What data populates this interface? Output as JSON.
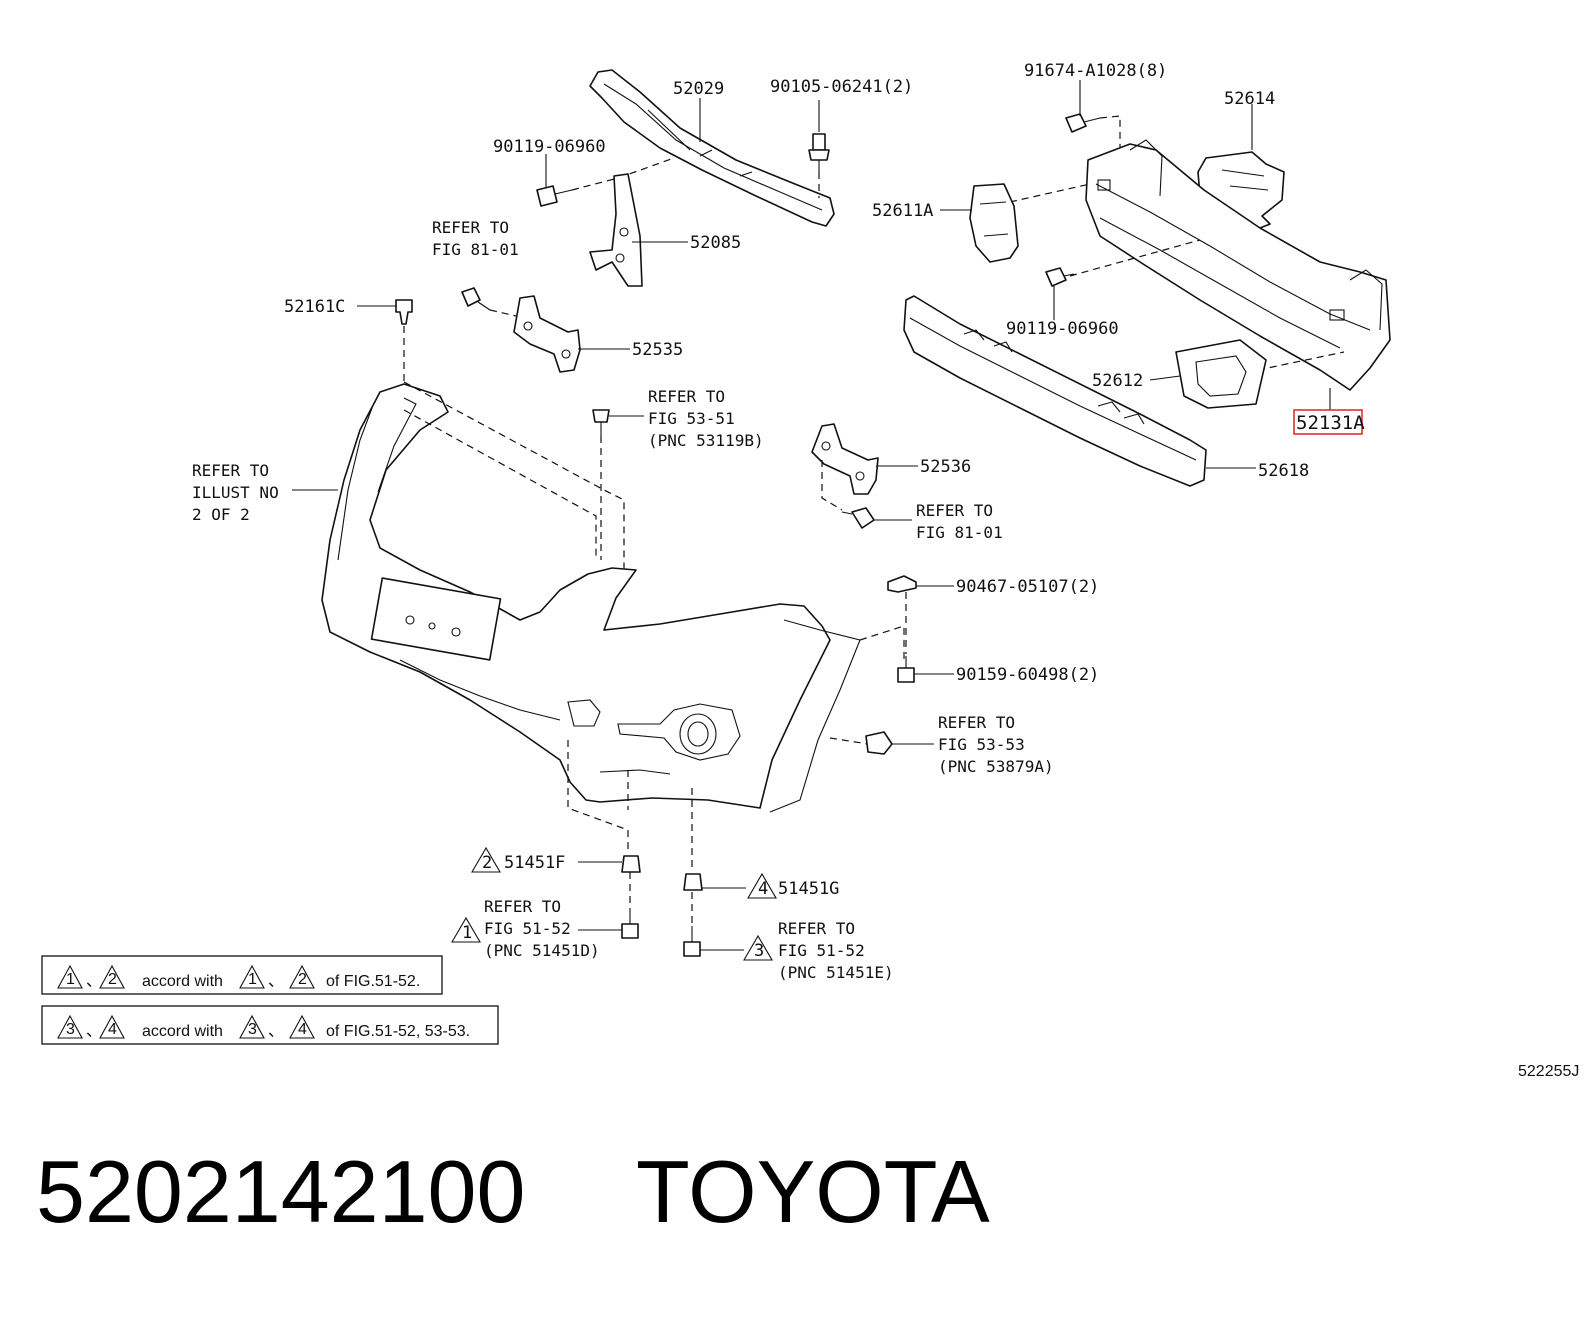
{
  "diagram_code": "522255J",
  "footer": {
    "part_number": "5202142100",
    "brand": "TOYOTA"
  },
  "highlight_color": "#e0302b",
  "callouts": {
    "p52029": "52029",
    "p90105": "90105-06241(2)",
    "p90119_top": "90119-06960",
    "p91674": "91674-A1028(8)",
    "p52614": "52614",
    "p52611A": "52611A",
    "p52085": "52085",
    "p52161C": "52161C",
    "p52535": "52535",
    "p90119_right": "90119-06960",
    "p52612": "52612",
    "p52131A": "52131A",
    "p52536": "52536",
    "p52618": "52618",
    "p90467": "90467-05107(2)",
    "p90159": "90159-60498(2)",
    "p51451F": "51451F",
    "p51451G": "51451G"
  },
  "triangle_marks": {
    "m1": "1",
    "m2": "2",
    "m3": "3",
    "m4": "4"
  },
  "refs": {
    "fig8101_a": [
      "REFER TO",
      "FIG 81-01"
    ],
    "fig5351": [
      "REFER TO",
      "FIG 53-51",
      "(PNC 53119B)"
    ],
    "illust": [
      "REFER TO",
      "ILLUST NO",
      "2 OF 2"
    ],
    "fig8101_b": [
      "REFER TO",
      "FIG 81-01"
    ],
    "fig5353": [
      "REFER TO",
      "FIG 53-53",
      "(PNC 53879A)"
    ],
    "fig5152_d": [
      "REFER TO",
      "FIG 51-52",
      "(PNC 51451D)"
    ],
    "fig5152_e": [
      "REFER TO",
      "FIG 51-52",
      "(PNC 51451E)"
    ]
  },
  "notes": [
    {
      "a": "1",
      "b": "2",
      "sep": "、",
      "mid": "accord with",
      "c": "1",
      "d": "2",
      "tail": "of FIG.51-52."
    },
    {
      "a": "3",
      "b": "4",
      "sep": "、",
      "mid": "accord with",
      "c": "3",
      "d": "4",
      "tail": "of FIG.51-52, 53-53."
    }
  ]
}
